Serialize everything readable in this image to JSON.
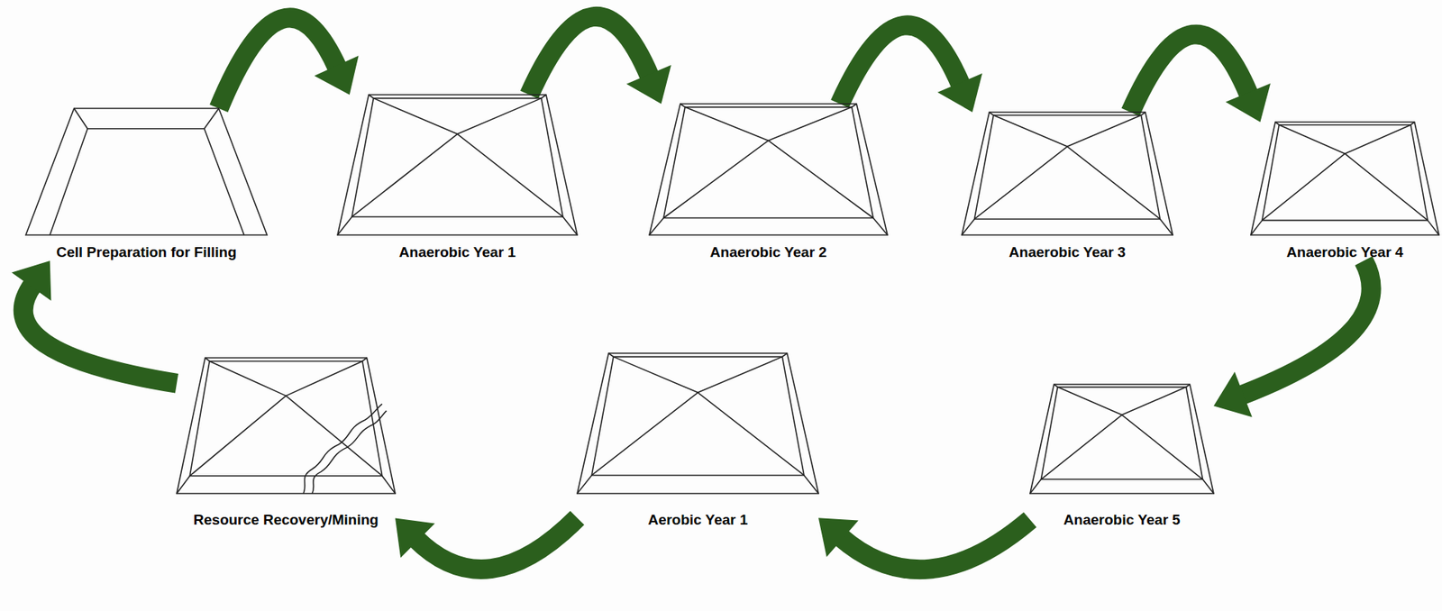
{
  "diagram": {
    "nodes": [
      {
        "text": [
          "Cell Preparation for Filling"
        ]
      },
      {
        "text": [
          "Anaerobic Year 1"
        ]
      },
      {
        "text": [
          "Anaerobic Year 2"
        ]
      },
      {
        "text": [
          "Anaerobic Year 3"
        ]
      },
      {
        "text": [
          "Anaerobic Year 4"
        ]
      },
      {
        "text": [
          "Anaerobic Year 5"
        ]
      },
      {
        "text": [
          "Aerobic Year 1"
        ]
      },
      {
        "text": [
          "Resource Recovery/Mining"
        ]
      }
    ],
    "edges": [
      {
        "from": 0,
        "to": 1,
        "arrow": "to"
      },
      {
        "from": 1,
        "to": 2,
        "arrow": "to"
      },
      {
        "from": 2,
        "to": 3,
        "arrow": "to"
      },
      {
        "from": 3,
        "to": 4,
        "arrow": "to"
      },
      {
        "from": 4,
        "to": 5,
        "arrow": "to"
      },
      {
        "from": 5,
        "to": 6,
        "arrow": "to"
      },
      {
        "from": 6,
        "to": 7,
        "arrow": "to"
      },
      {
        "from": 7,
        "to": 0,
        "arrow": "to"
      }
    ]
  }
}
